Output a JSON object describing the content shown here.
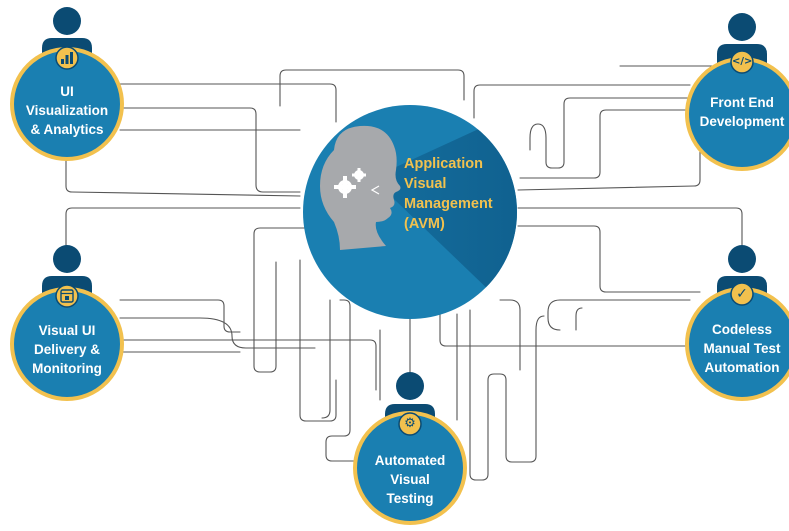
{
  "diagram": {
    "center": {
      "lines": [
        "Application",
        "Visual",
        "Management",
        "(AVM)"
      ],
      "icon": "head-with-gears-icon"
    },
    "roles": [
      {
        "key": "ui-visualization",
        "lines": [
          "UI",
          "Visualization",
          "& Analytics"
        ],
        "badge_icon": "bar-chart-icon"
      },
      {
        "key": "front-end",
        "lines": [
          "Front End",
          "Development"
        ],
        "badge_icon": "code-icon",
        "badge_glyph": "</>"
      },
      {
        "key": "visual-ui-delivery",
        "lines": [
          "Visual UI",
          "Delivery &",
          "Monitoring"
        ],
        "badge_icon": "browser-lock-icon"
      },
      {
        "key": "codeless",
        "lines": [
          "Codeless",
          "Manual Test",
          "Automation"
        ],
        "badge_icon": "checkmark-icon",
        "badge_glyph": "✓"
      },
      {
        "key": "automated-visual",
        "lines": [
          "Automated",
          "Visual",
          "Testing"
        ],
        "badge_icon": "gear-icon",
        "badge_glyph": "⚙"
      }
    ],
    "colors": {
      "role_circle": "#1a7fb1",
      "ring": "#f2c14e",
      "person": "#0b4b73",
      "center_circle": "#1a7fb1",
      "center_text": "#f2c14e",
      "connector": "#555555",
      "head": "#a7a9ac"
    }
  }
}
